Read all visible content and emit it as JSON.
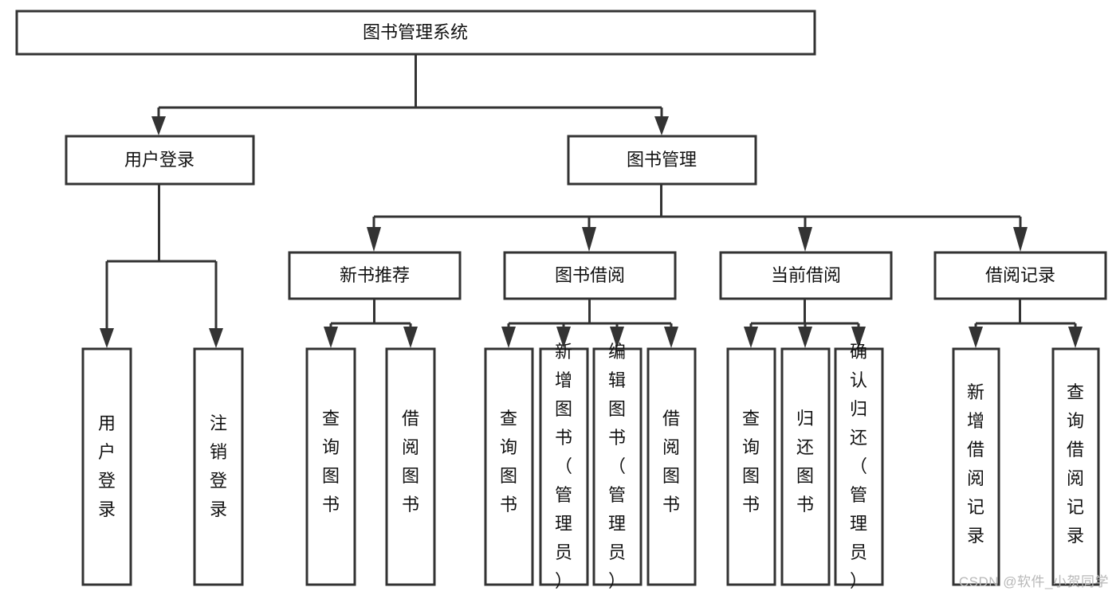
{
  "diagram": {
    "type": "tree",
    "title": "图书管理系统",
    "watermark": "CSDN @软件_小贺同学",
    "colors": {
      "stroke": "#333333",
      "fill": "#ffffff",
      "text": "#111111",
      "watermark": "#b8b8b8"
    },
    "nodes": {
      "root": {
        "label": "图书管理系统",
        "level": 1,
        "orientation": "horizontal"
      },
      "l2": [
        {
          "id": "user-login",
          "label": "用户登录",
          "level": 2,
          "orientation": "horizontal"
        },
        {
          "id": "book-manage",
          "label": "图书管理",
          "level": 2,
          "orientation": "horizontal"
        }
      ],
      "l3": [
        {
          "id": "new-book-rec",
          "label": "新书推荐",
          "level": 3,
          "orientation": "horizontal",
          "parent": "book-manage"
        },
        {
          "id": "book-borrow",
          "label": "图书借阅",
          "level": 3,
          "orientation": "horizontal",
          "parent": "book-manage"
        },
        {
          "id": "current-borrow",
          "label": "当前借阅",
          "level": 3,
          "orientation": "horizontal",
          "parent": "book-manage"
        },
        {
          "id": "borrow-record",
          "label": "借阅记录",
          "level": 3,
          "orientation": "horizontal",
          "parent": "book-manage"
        }
      ],
      "leaves": [
        {
          "id": "leaf-user-login",
          "label": "用户登录",
          "parent": "user-login",
          "orientation": "vertical"
        },
        {
          "id": "leaf-user-logout",
          "label": "注销登录",
          "parent": "user-login",
          "orientation": "vertical"
        },
        {
          "id": "leaf-rec-query",
          "label": "查询图书",
          "parent": "new-book-rec",
          "orientation": "vertical"
        },
        {
          "id": "leaf-rec-borrow",
          "label": "借阅图书",
          "parent": "new-book-rec",
          "orientation": "vertical"
        },
        {
          "id": "leaf-borrow-query",
          "label": "查询图书",
          "parent": "book-borrow",
          "orientation": "vertical"
        },
        {
          "id": "leaf-borrow-add",
          "label": "新增图书（管理员）",
          "parent": "book-borrow",
          "orientation": "vertical"
        },
        {
          "id": "leaf-borrow-edit",
          "label": "编辑图书（管理员）",
          "parent": "book-borrow",
          "orientation": "vertical"
        },
        {
          "id": "leaf-borrow-lend",
          "label": "借阅图书",
          "parent": "book-borrow",
          "orientation": "vertical"
        },
        {
          "id": "leaf-current-query",
          "label": "查询图书",
          "parent": "current-borrow",
          "orientation": "vertical"
        },
        {
          "id": "leaf-current-return",
          "label": "归还图书",
          "parent": "current-borrow",
          "orientation": "vertical"
        },
        {
          "id": "leaf-current-confirm",
          "label": "确认归还（管理员）",
          "parent": "current-borrow",
          "orientation": "vertical"
        },
        {
          "id": "leaf-record-add",
          "label": "新增借阅记录",
          "parent": "borrow-record",
          "orientation": "vertical"
        },
        {
          "id": "leaf-record-query",
          "label": "查询借阅记录",
          "parent": "borrow-record",
          "orientation": "vertical"
        }
      ]
    }
  }
}
